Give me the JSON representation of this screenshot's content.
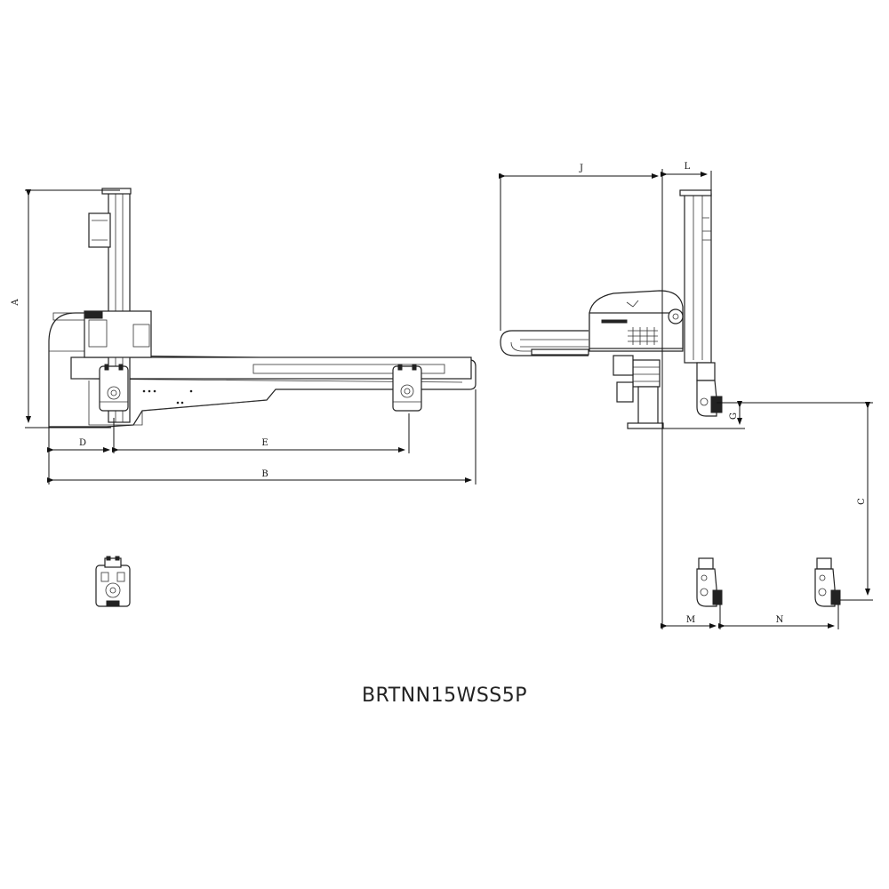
{
  "caption": "BRTNN15WSS5P",
  "dimensions": {
    "A": "A",
    "B": "B",
    "C": "C",
    "D": "D",
    "E": "E",
    "G": "G",
    "J": "J",
    "L": "L",
    "M": "M",
    "N": "N"
  }
}
